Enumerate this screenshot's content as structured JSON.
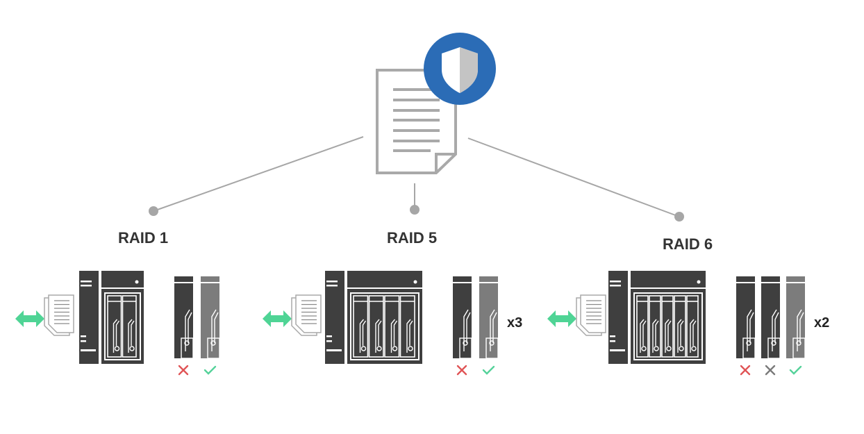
{
  "colors": {
    "shield_blue": "#2b6cb6",
    "shield_light": "#ffffff",
    "shield_shade": "#c4c4c4",
    "line_gray": "#a6a6a6",
    "doc_gray": "#a9a9a9",
    "nas_dark": "#3f3f3f",
    "drive_dark": "#3f3f3f",
    "drive_gray": "#7c7c7c",
    "arrow_green": "#4fd495",
    "cross_red": "#e05456",
    "cross_gray": "#7a7a7a",
    "check_green": "#55d29a"
  },
  "top_icon": {
    "document": "document-icon",
    "badge": "shield-icon"
  },
  "groups": [
    {
      "id": "raid1",
      "label": "RAID 1",
      "bays": 2,
      "multiplier": "",
      "drives": [
        {
          "style": "dark",
          "status": "failed"
        },
        {
          "style": "gray",
          "status": "ok"
        }
      ]
    },
    {
      "id": "raid5",
      "label": "RAID 5",
      "bays": 4,
      "multiplier": "x3",
      "drives": [
        {
          "style": "dark",
          "status": "failed"
        },
        {
          "style": "gray",
          "status": "ok"
        }
      ]
    },
    {
      "id": "raid6",
      "label": "RAID 6",
      "bays": 5,
      "multiplier": "x2",
      "drives": [
        {
          "style": "dark",
          "status": "failed"
        },
        {
          "style": "dark",
          "status": "failed-gray"
        },
        {
          "style": "gray",
          "status": "ok"
        }
      ]
    }
  ]
}
